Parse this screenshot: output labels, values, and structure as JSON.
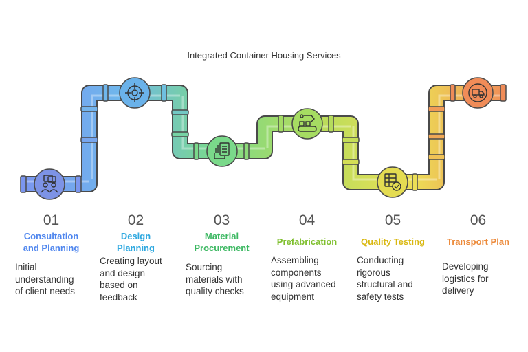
{
  "title": "Integrated Container Housing Services",
  "colors": {
    "step1": "#5b8ef0",
    "step2": "#2ea8e0",
    "step3": "#3cc26a",
    "step4": "#8cc83c",
    "step5": "#e0c21a",
    "step6": "#ec8a3a"
  },
  "steps": [
    {
      "number": "01",
      "name_lines": [
        "Consultation",
        "and Planning"
      ],
      "desc_lines": [
        "Initial",
        "understanding",
        "of client needs"
      ],
      "icon": "consultation-icon"
    },
    {
      "number": "02",
      "name_lines": [
        "Design",
        "Planning"
      ],
      "desc_lines": [
        "Creating layout",
        "and design",
        "based on",
        "feedback"
      ],
      "icon": "design-target-icon"
    },
    {
      "number": "03",
      "name_lines": [
        "Material",
        "Procurement"
      ],
      "desc_lines": [
        "Sourcing",
        "materials with",
        "quality checks"
      ],
      "icon": "materials-icon"
    },
    {
      "number": "04",
      "name_lines": [
        "Prefabrication"
      ],
      "desc_lines": [
        "Assembling",
        "components",
        "using advanced",
        "equipment"
      ],
      "icon": "assembly-line-icon"
    },
    {
      "number": "05",
      "name_lines": [
        "Quality Testing"
      ],
      "desc_lines": [
        "Conducting",
        "rigorous",
        "structural and",
        "safety tests"
      ],
      "icon": "quality-check-icon"
    },
    {
      "number": "06",
      "name_lines": [
        "Transport Plan"
      ],
      "desc_lines": [
        "Developing",
        "logistics for",
        "delivery"
      ],
      "icon": "truck-icon"
    }
  ]
}
